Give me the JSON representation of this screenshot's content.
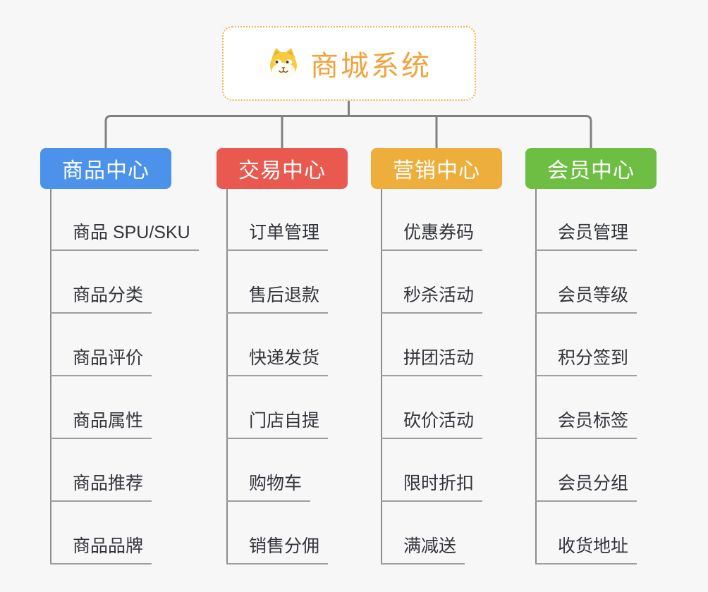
{
  "root": {
    "title": "商城系统",
    "icon": "dog-face-icon"
  },
  "branches": [
    {
      "label": "商品中心",
      "color": "#4c92ea",
      "items": [
        "商品 SPU/SKU",
        "商品分类",
        "商品评价",
        "商品属性",
        "商品推荐",
        "商品品牌"
      ]
    },
    {
      "label": "交易中心",
      "color": "#e9594f",
      "items": [
        "订单管理",
        "售后退款",
        "快递发货",
        "门店自提",
        "购物车",
        "销售分佣"
      ]
    },
    {
      "label": "营销中心",
      "color": "#edae3c",
      "items": [
        "优惠券码",
        "秒杀活动",
        "拼团活动",
        "砍价活动",
        "限时折扣",
        "满减送"
      ]
    },
    {
      "label": "会员中心",
      "color": "#6ebe44",
      "items": [
        "会员管理",
        "会员等级",
        "积分签到",
        "会员标签",
        "会员分组",
        "收货地址"
      ]
    }
  ],
  "colors": {
    "background": "#f7f7f7",
    "connector": "#808080",
    "leaf_line": "#9e9e9e",
    "root_border": "#f3b14f",
    "root_title": "#f0a43d",
    "leaf_text": "#33343b"
  }
}
